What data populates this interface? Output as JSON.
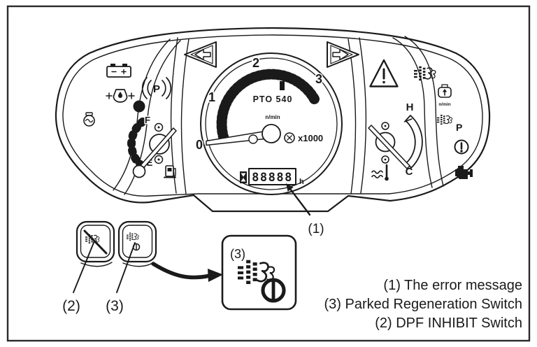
{
  "caption": {
    "line1": "(1) The error message",
    "line2": "(3) Parked Regeneration Switch",
    "line3": "(2) DPF INHIBIT Switch"
  },
  "callouts": {
    "error_message": "(1)",
    "dpf_inhibit": "(2)",
    "parked_regen": "(3)",
    "detail_box": "(3)"
  },
  "cluster": {
    "tachometer": {
      "numbers": {
        "n0": "0",
        "n1": "1",
        "n2": "2",
        "n3": "3"
      },
      "pto_label": "PTO 540",
      "unit_label": "n/min",
      "multiplier_label": "x1000"
    },
    "hour_meter": {
      "value": "88888",
      "unit": "h"
    },
    "fuel_gauge": {
      "full_label": "F",
      "empty_label": "E"
    },
    "temp_gauge": {
      "hot_label": "H",
      "cold_label": "C"
    },
    "parking_brake_label": "P",
    "engine_speed_unit": "n/min",
    "parked_regen_label": "P"
  },
  "colors": {
    "line": "#1a1a1a",
    "background": "#ffffff"
  }
}
